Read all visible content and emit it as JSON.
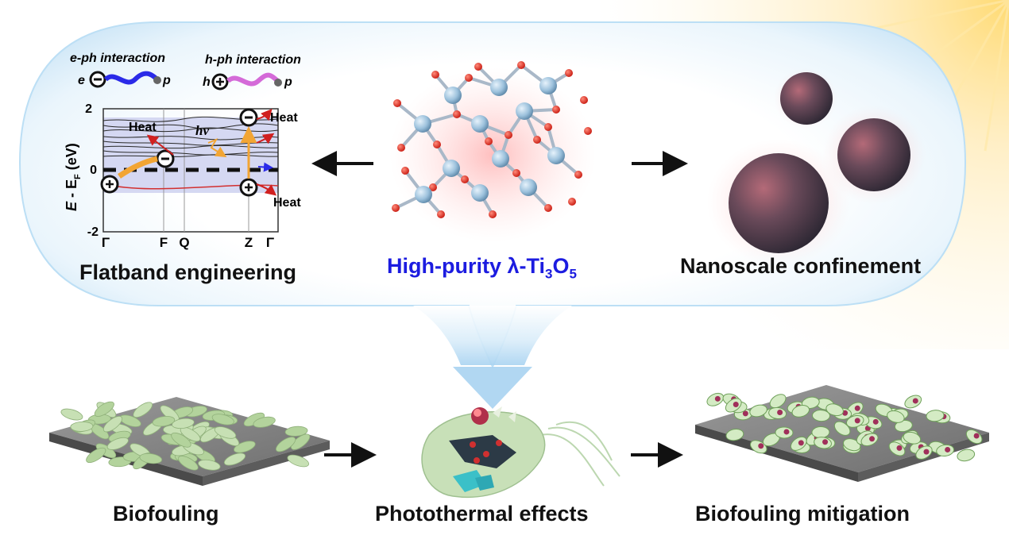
{
  "top": {
    "flatband_label": "Flatband engineering",
    "material_prefix": "High-purity λ-Ti",
    "material_sub1": "3",
    "material_mid": "O",
    "material_sub2": "5",
    "nanoscale_label": "Nanoscale confinement",
    "eph_label": "e-ph interaction",
    "hph_label": "h-ph interaction",
    "eph_e": "e",
    "eph_p": "p",
    "hph_h": "h",
    "hph_p": "p"
  },
  "band_plot": {
    "ylabel_E": "E",
    "ylabel_mid": " - E",
    "ylabel_F": "F",
    "ylabel_unit": " (eV)",
    "ytick_top": "2",
    "ytick_mid": "0",
    "ytick_bot": "-2",
    "kpoints": [
      "Γ",
      "F",
      "Q",
      "Z",
      "Γ"
    ],
    "heat_1": "Heat",
    "heat_2": "Heat",
    "heat_3": "Heat",
    "hv": "hν"
  },
  "bottom": {
    "biofouling_label": "Biofouling",
    "photothermal_label": "Photothermal effects",
    "mitigation_label": "Biofouling mitigation"
  },
  "colors": {
    "material_text": "#1c1ce0",
    "bubble_edge": "#9fd0f0",
    "electron_wave": "#2a2ae8",
    "hole_wave": "#d46ad8",
    "heat_arrow": "#d02020",
    "orange_arrow": "#f2a534"
  }
}
